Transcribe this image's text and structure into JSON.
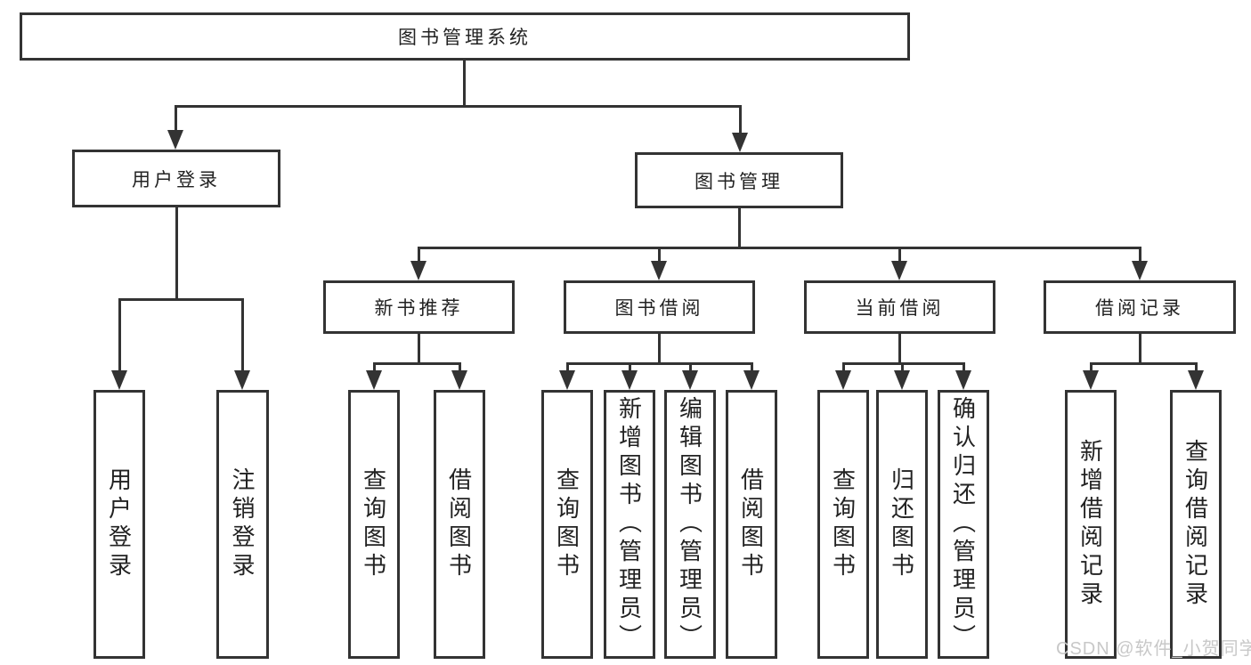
{
  "diagram": {
    "root": {
      "label": "图书管理系统"
    },
    "branches": [
      {
        "label": "用户登录",
        "children": [
          {
            "label": "用户登录"
          },
          {
            "label": "注销登录"
          }
        ]
      },
      {
        "label": "图书管理",
        "children": [
          {
            "label": "新书推荐",
            "children": [
              {
                "label": "查询图书"
              },
              {
                "label": "借阅图书"
              }
            ]
          },
          {
            "label": "图书借阅",
            "children": [
              {
                "label": "查询图书"
              },
              {
                "label": "新增图书（管理员）"
              },
              {
                "label": "编辑图书（管理员）"
              },
              {
                "label": "借阅图书"
              }
            ]
          },
          {
            "label": "当前借阅",
            "children": [
              {
                "label": "查询图书"
              },
              {
                "label": "归还图书"
              },
              {
                "label": "确认归还（管理员）"
              }
            ]
          },
          {
            "label": "借阅记录",
            "children": [
              {
                "label": "新增借阅记录"
              },
              {
                "label": "查询借阅记录"
              }
            ]
          }
        ]
      }
    ]
  },
  "watermark": {
    "text": "CSDN @软件_小贺同学"
  },
  "colors": {
    "line": "#333333",
    "text": "#222222",
    "box_background": "#ffffff",
    "page_background": "#ffffff",
    "watermark": "#c8c8c8"
  }
}
